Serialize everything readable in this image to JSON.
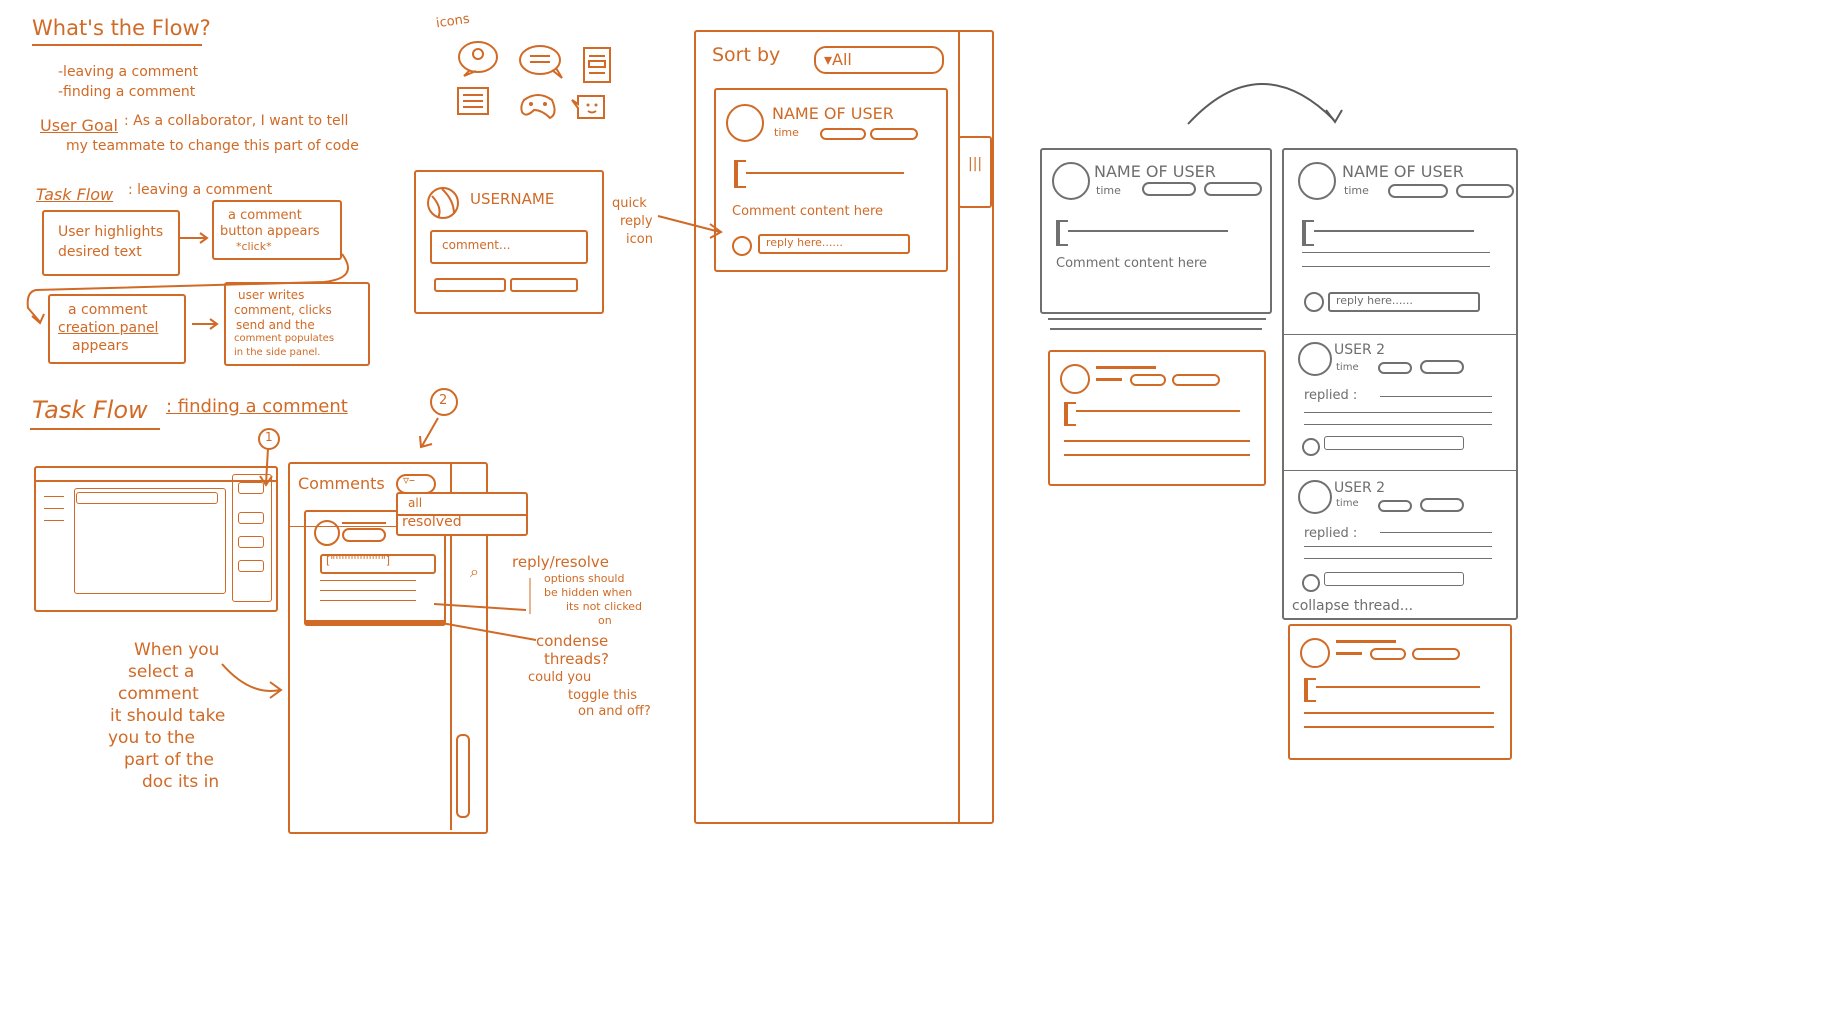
{
  "left_notes": {
    "title": "What's the Flow?",
    "bullet1": "-leaving a comment",
    "bullet2": "-finding a comment",
    "user_goal_label": "User Goal",
    "user_goal_text1": ": As a collaborator, I want to tell",
    "user_goal_text2": "my teammate to change this part of code",
    "task_flow_leave_label": "Task Flow",
    "task_flow_leave_sub": ": leaving a comment",
    "step1": [
      "User highlights",
      "desired text"
    ],
    "step2": [
      "a comment",
      "button appears",
      "*click*"
    ],
    "step3": [
      "a comment",
      "creation panel",
      "appears"
    ],
    "step4": [
      "user writes",
      "comment, clicks",
      "send and the",
      "comment populates",
      "in the side panel."
    ],
    "task_flow_find_label": "Task Flow",
    "task_flow_find_sub": ": finding a comment",
    "marker1": "1",
    "marker2": "2",
    "select_note": [
      "When you",
      "select a",
      "comment",
      "it should take",
      "you to the",
      "part of the",
      "doc its in"
    ]
  },
  "icons": {
    "label": "icons",
    "names": [
      "happy-face-bubble-icon",
      "chat-lines-bubble-icon",
      "document-list-icon",
      "note-lines-icon",
      "gamepad-icon",
      "face-bubble-icon"
    ]
  },
  "username_card": {
    "username": "USERNAME",
    "placeholder": "comment..."
  },
  "comments_panel": {
    "title": "Comments",
    "dropdown_opt1": "all",
    "dropdown_opt2": "resolved",
    "note_reply": [
      "reply/resolve",
      "options should",
      "be hidden when",
      "its not clicked",
      "on"
    ],
    "note_condense": [
      "condense",
      "threads?",
      "could you",
      "toggle this",
      "on and off?"
    ]
  },
  "main_panel": {
    "sort_label": "Sort by",
    "sort_value": "All",
    "user_name": "NAME OF USER",
    "time": "time",
    "content": "Comment content here",
    "reply_placeholder": "reply here......",
    "quick_reply_note": [
      "quick",
      "reply",
      "icon"
    ]
  },
  "gray_left": {
    "user_name": "NAME OF USER",
    "time": "time",
    "content": "Comment content here"
  },
  "gray_right": {
    "user_name": "NAME OF USER",
    "time": "time",
    "reply_placeholder": "reply here......",
    "user2_a": "USER 2",
    "time2_a": "time",
    "replied_a": "replied :",
    "user2_b": "USER 2",
    "time2_b": "time",
    "replied_b": "replied :",
    "collapse": "collapse thread..."
  }
}
